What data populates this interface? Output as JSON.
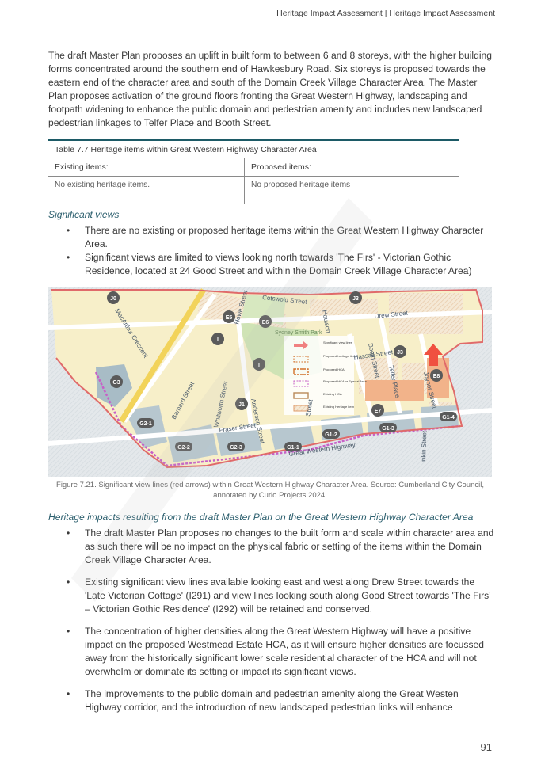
{
  "header": "Heritage Impact Assessment | Heritage Impact Assessment",
  "intro_paragraph": "The draft Master Plan proposes an uplift in built form to between 6 and 8 storeys, with the higher building forms concentrated around the southern end of Hawkesbury Road. Six storeys is proposed towards the eastern end of the character area and south of the Domain Creek Village Character Area. The Master Plan proposes activation of the ground floors fronting the Great Western Highway, landscaping and footpath widening to enhance the public domain and pedestrian amenity and includes new landscaped pedestrian linkages to Telfer Place and Booth Street.",
  "table": {
    "caption": "Table 7.7 Heritage items within Great Western Highway Character Area",
    "headers": [
      "Existing items:",
      "Proposed items:"
    ],
    "row": [
      "No existing heritage items.",
      "No proposed heritage items"
    ]
  },
  "section1": {
    "title": "Significant views",
    "bullets": [
      "There are no existing or proposed heritage items within the Great Western Highway Character Area.",
      "Significant views are limited to views looking north towards 'The Firs' - Victorian Gothic Residence, located at 24 Good Street and within the Domain Creek Village Character Area)"
    ]
  },
  "map": {
    "streets": {
      "cotswold": "Cotswold Street",
      "drew": "Drew Street",
      "howe": "Howe Street",
      "houison": "Houison",
      "macarthur": "MacArthur Crescent",
      "barnard": "Barnard Street",
      "whitworth": "Whitworth Street",
      "anderson": "Anderson Street",
      "fraser": "Fraser Street",
      "good": "Street",
      "hassall": "Hassall Street",
      "booth": "Booth Street",
      "telfer": "Telfer Place",
      "joyner": "Joyner Street",
      "gwh": "Great Western Highway",
      "inkin": "inkin Street",
      "park": "Sydney Smith Park"
    },
    "labels": [
      "J0",
      "J3",
      "J3",
      "E5",
      "E6",
      "E8",
      "E7",
      "J1",
      "G3",
      "G2-1",
      "G2-2",
      "G2-3",
      "G1-1",
      "G1-2",
      "G1-3",
      "G1-4",
      "I",
      "I"
    ],
    "legend": [
      "Significant view lines",
      "Proposed heritage item",
      "Proposed HCA",
      "Proposed HCA or Special Area",
      "Existing HCA",
      "Existing Heritage item"
    ]
  },
  "figure_caption": "Figure 7.21. Significant view lines (red arrows) within Great Western Highway Character Area. Source: Cumberland City Council, annotated by Curio Projects 2024.",
  "section2": {
    "title": "Heritage impacts resulting from the draft Master Plan on the Great Western Highway Character Area",
    "bullets": [
      "The draft Master Plan proposes no changes to the built form and scale within character area and as such there will be no impact on the physical fabric or setting of the items within the Domain Creek Village Character Area.",
      "Existing significant view lines available looking east and west along Drew Street towards the 'Late Victorian Cottage' (I291) and view lines looking south along Good Street towards 'The Firs' – Victorian Gothic Residence' (I292) will be retained and conserved.",
      "The concentration of higher densities along the Great Western Highway will have a positive impact on the proposed Westmead Estate HCA, as it will ensure higher densities are focussed away from the historically significant lower scale residential character of the HCA and will not overwhelm or dominate its setting or impact its significant views.",
      "The improvements to the public domain and pedestrian amenity along the Great Westen Highway corridor, and the introduction of new landscaped pedestrian links will enhance"
    ]
  },
  "page_number": "91",
  "colors": {
    "table_rule": "#1c5a66",
    "subhead": "#2c5f6e",
    "boundary": "#e06a6a",
    "view_arrow": "#f05040"
  }
}
